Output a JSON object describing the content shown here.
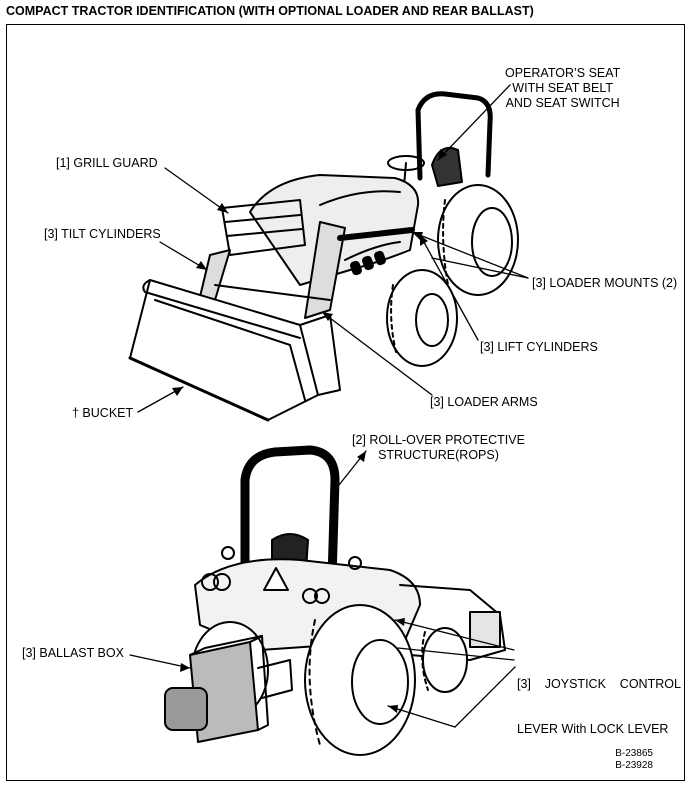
{
  "title": "COMPACT TRACTOR IDENTIFICATION (WITH OPTIONAL LOADER AND REAR BALLAST)",
  "labels": {
    "operators_seat": [
      "OPERATOR’S SEAT",
      "WITH SEAT BELT",
      "AND SEAT SWITCH"
    ],
    "grill_guard": "[1] GRILL GUARD",
    "tilt_cylinders": "[3] TILT CYLINDERS",
    "loader_mounts": "[3] LOADER MOUNTS (2)",
    "lift_cylinders": "[3] LIFT CYLINDERS",
    "loader_arms": "[3] LOADER ARMS",
    "bucket": "† BUCKET",
    "rops": [
      "[2] ROLL-OVER PROTECTIVE",
      "STRUCTURE(ROPS)"
    ],
    "ballast_box": "[3] BALLAST BOX",
    "joystick": [
      "[3]    JOYSTICK    CONTROL",
      "LEVER With LOCK LEVER"
    ]
  },
  "figure_refs": [
    "B-23865",
    "B-23928"
  ]
}
